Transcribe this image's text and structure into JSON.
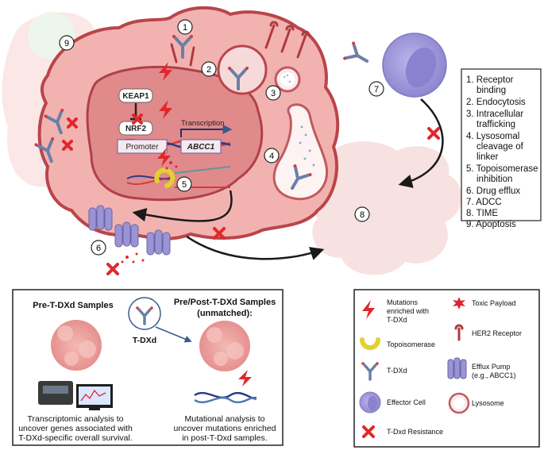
{
  "steps": {
    "items": [
      {
        "num": "1",
        "label": "1. Receptor"
      },
      {
        "num": "",
        "label": "binding"
      },
      {
        "num": "2",
        "label": "2. Endocytosis"
      },
      {
        "num": "3",
        "label": "3. Intracellular"
      },
      {
        "num": "",
        "label": "trafficking"
      },
      {
        "num": "4",
        "label": "4. Lysosomal"
      },
      {
        "num": "",
        "label": "cleavage of"
      },
      {
        "num": "",
        "label": "linker"
      },
      {
        "num": "5",
        "label": "5. Topoisomerase"
      },
      {
        "num": "",
        "label": "inhibition"
      },
      {
        "num": "6",
        "label": "6. Drug efflux"
      },
      {
        "num": "7",
        "label": "7. ADCC"
      },
      {
        "num": "8",
        "label": "8. TIME"
      },
      {
        "num": "9",
        "label": "9. Apoptosis"
      }
    ]
  },
  "markers": {
    "m1": "1",
    "m2": "2",
    "m3": "3",
    "m4": "4",
    "m5": "5",
    "m6": "6",
    "m7": "7",
    "m8": "8",
    "m9": "9"
  },
  "nucleus": {
    "keap1": "KEAP1",
    "nrf2": "NRF2",
    "promoter": "Promoter",
    "gene": "ABCC1",
    "transcription": "Transcription"
  },
  "study": {
    "pre_title": "Pre-T-DXd Samples",
    "prepost_title_1": "Pre/Post-T-DXd Samples",
    "prepost_title_2": "(unmatched):",
    "tdxd_label": "T-DXd",
    "transcriptomic_1": "Transcriptomic analysis to",
    "transcriptomic_2": "uncover genes associated with",
    "transcriptomic_3": "T-DXd-specific overall survival.",
    "mutational_1": "Mutational analysis to",
    "mutational_2": "uncover mutations enriched",
    "mutational_3": "in post-T-Dxd samples."
  },
  "legend": {
    "mutations_1": "Mutations",
    "mutations_2": "enriched with",
    "mutations_3": "T-DXd",
    "toxic": "Toxic Payload",
    "her2": "HER2 Receptor",
    "topo": "Topoisomerase",
    "tdxd": "T-DXd",
    "efflux_1": "Efflux Pump",
    "efflux_2": "(e.g., ABCC1)",
    "effector": "Effector Cell",
    "lysosome": "Lysosome",
    "resistance": "T-Dxd Resistance"
  },
  "colors": {
    "cell_fill": "#f2b3b0",
    "cell_stroke": "#b9454a",
    "nucleus_fill": "#e08a8b",
    "nucleus_stroke": "#b0404a",
    "red_x": "#e0282c",
    "effector": "#a9a3de",
    "efflux": "#9b94d4",
    "topo": "#f2e25a",
    "arrow": "#1a1a1a",
    "navy": "#2b2f6b"
  }
}
